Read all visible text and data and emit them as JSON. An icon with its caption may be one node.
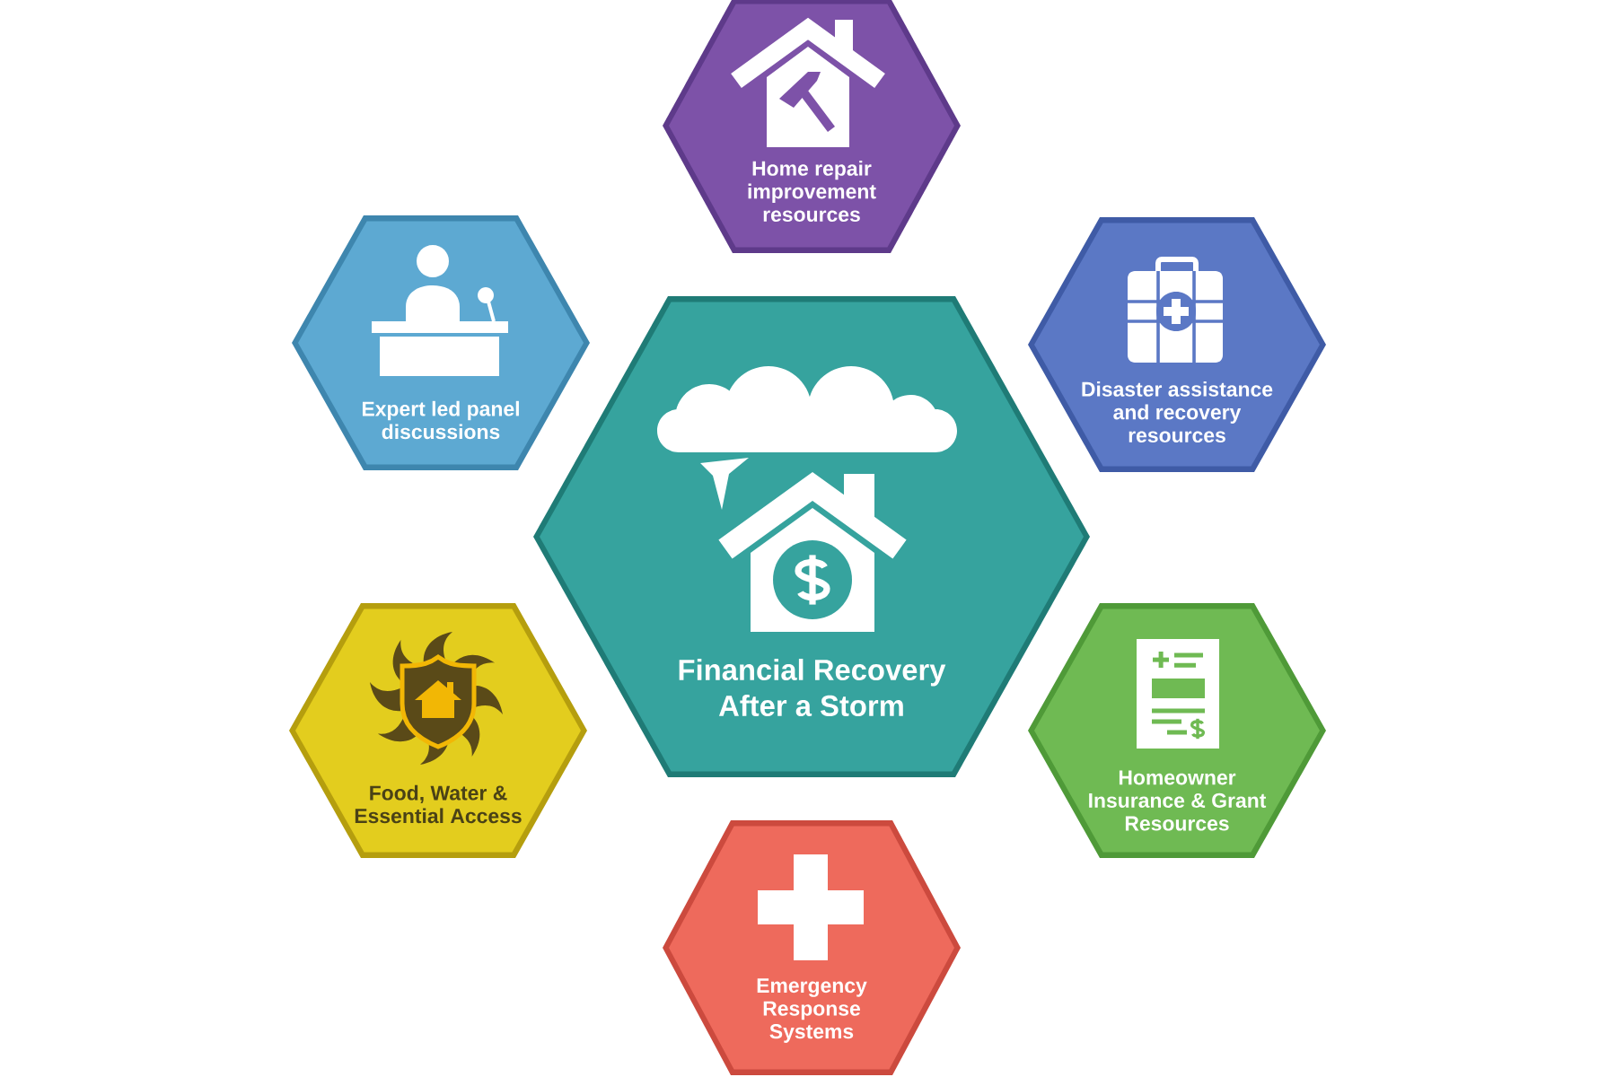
{
  "diagram": {
    "nodes": [
      {
        "text": [
          "Home repair improvement resources"
        ]
      },
      {
        "text": [
          "Expert led panel discussions"
        ]
      },
      {
        "text": [
          "Financial Recovery After a Storm"
        ]
      },
      {
        "text": [
          "Disaster assistance and recovery resources"
        ]
      },
      {
        "text": [
          "Food, Water & Essential Access"
        ]
      },
      {
        "text": [
          "Homeowner Insurance & Grant Resources"
        ]
      },
      {
        "text": [
          "Emergency Response Systems"
        ]
      }
    ]
  }
}
